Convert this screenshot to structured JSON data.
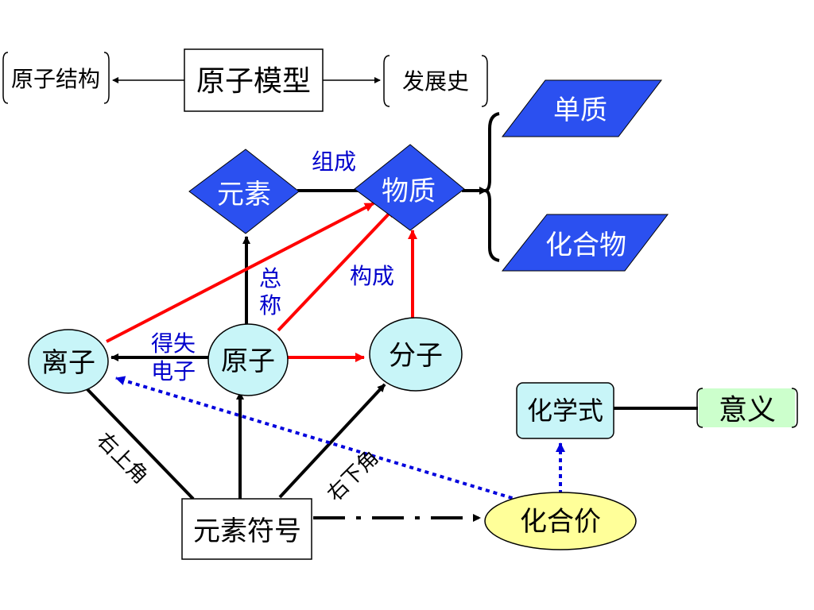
{
  "diagram": {
    "nodes": {
      "atomic_structure": "原子结构",
      "atomic_model": "原子模型",
      "history": "发展史",
      "element": "元素",
      "substance": "物质",
      "simple_substance": "单质",
      "compound": "化合物",
      "ion": "离子",
      "atom": "原子",
      "molecule": "分子",
      "chemical_formula": "化学式",
      "meaning": "意义",
      "element_symbol": "元素符号",
      "valence": "化合价"
    },
    "labels": {
      "compose": "组成",
      "general_name_1": "总",
      "general_name_2": "称",
      "constitute": "构成",
      "gain_lose_1": "得失",
      "gain_lose_2": "电子",
      "upper_right": "右上角",
      "lower_right": "右下角"
    },
    "colors": {
      "blue_fill": "#2b50f0",
      "cyan_fill": "#c8f5f8",
      "yellow_fill": "#ffff99",
      "green_fill": "#ccffcc",
      "red_arrow": "#ff0000",
      "blue_text": "#0000cc",
      "blue_dotted": "#0000dd"
    }
  }
}
